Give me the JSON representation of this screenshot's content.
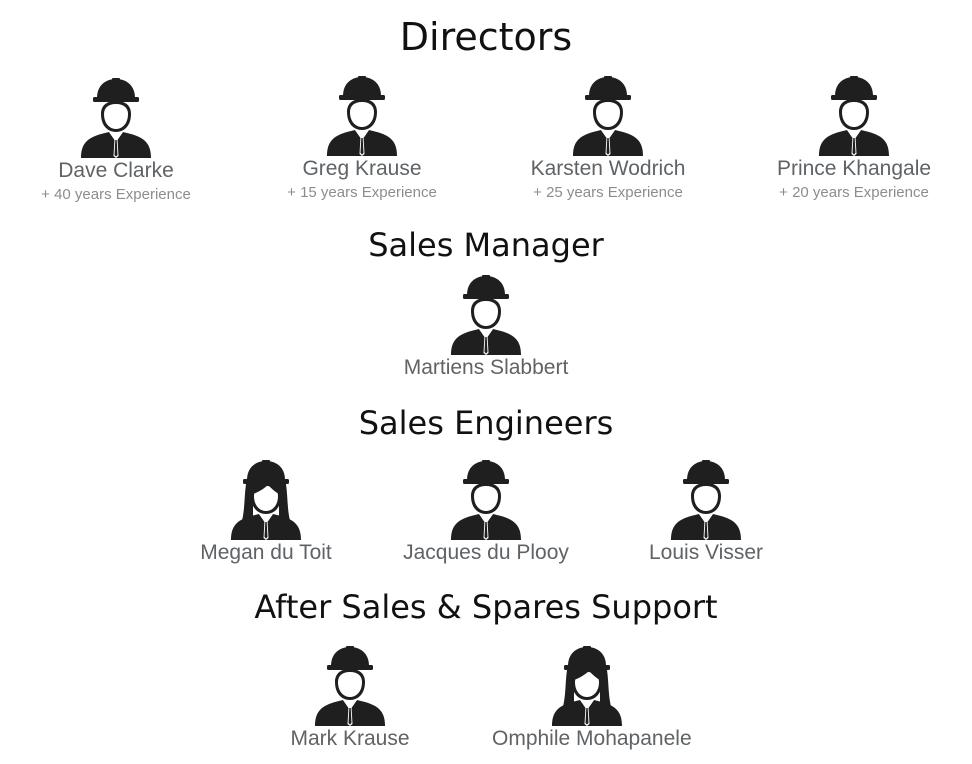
{
  "sections": {
    "directors": {
      "title": "Directors",
      "members": [
        {
          "name": "Dave Clarke",
          "experience": "+ 40 years Experience",
          "icon": "male-worker-icon"
        },
        {
          "name": "Greg Krause",
          "experience": "+ 15 years Experience",
          "icon": "male-worker-icon"
        },
        {
          "name": "Karsten Wodrich",
          "experience": "+ 25 years Experience",
          "icon": "male-worker-icon"
        },
        {
          "name": "Prince Khangale",
          "experience": "+ 20 years Experience",
          "icon": "male-worker-icon"
        }
      ]
    },
    "sales_manager": {
      "title": "Sales Manager",
      "members": [
        {
          "name": "Martiens Slabbert",
          "icon": "male-worker-icon"
        }
      ]
    },
    "sales_engineers": {
      "title": "Sales Engineers",
      "members": [
        {
          "name": "Megan du Toit",
          "icon": "female-worker-icon"
        },
        {
          "name": "Jacques du Plooy",
          "icon": "male-worker-icon"
        },
        {
          "name": "Louis Visser",
          "icon": "male-worker-icon"
        }
      ]
    },
    "after_sales": {
      "title": "After Sales & Spares Support",
      "members": [
        {
          "name": "Mark Krause",
          "icon": "male-worker-icon"
        },
        {
          "name": "Omphile Mohapanele",
          "icon": "female-worker-icon"
        }
      ]
    }
  },
  "colors": {
    "icon": "#1f1f1f",
    "heading": "#111111",
    "name": "#5f6366",
    "experience": "#8a8d90"
  }
}
